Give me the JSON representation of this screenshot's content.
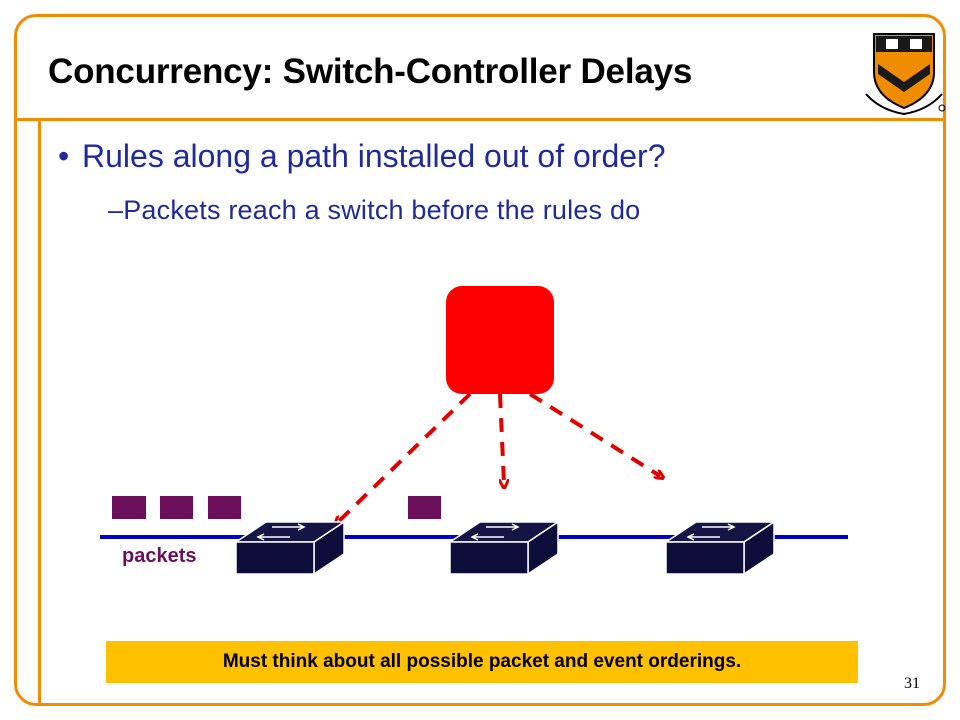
{
  "slide": {
    "title": "Concurrency: Switch-Controller Delays",
    "bullet_1": "Rules along a path installed out of order?",
    "bullet_1_marker": "•",
    "bullet_2": "–Packets reach a switch before the rules do",
    "packets_label": "packets",
    "callout": "Must think about all possible packet and event orderings.",
    "page_number": "31"
  },
  "colors": {
    "frame": "#f08c00",
    "text": "#1f2a9c",
    "controller": "#ff0000",
    "link": "#0000cc",
    "switch": "#0d0d3a",
    "packet": "#6b0f5b",
    "callout_bg": "#ffc000"
  },
  "icons": {
    "logo": "shield-logo-icon",
    "controller": "controller-icon",
    "switch": "network-switch-icon",
    "packet": "packet-icon"
  }
}
